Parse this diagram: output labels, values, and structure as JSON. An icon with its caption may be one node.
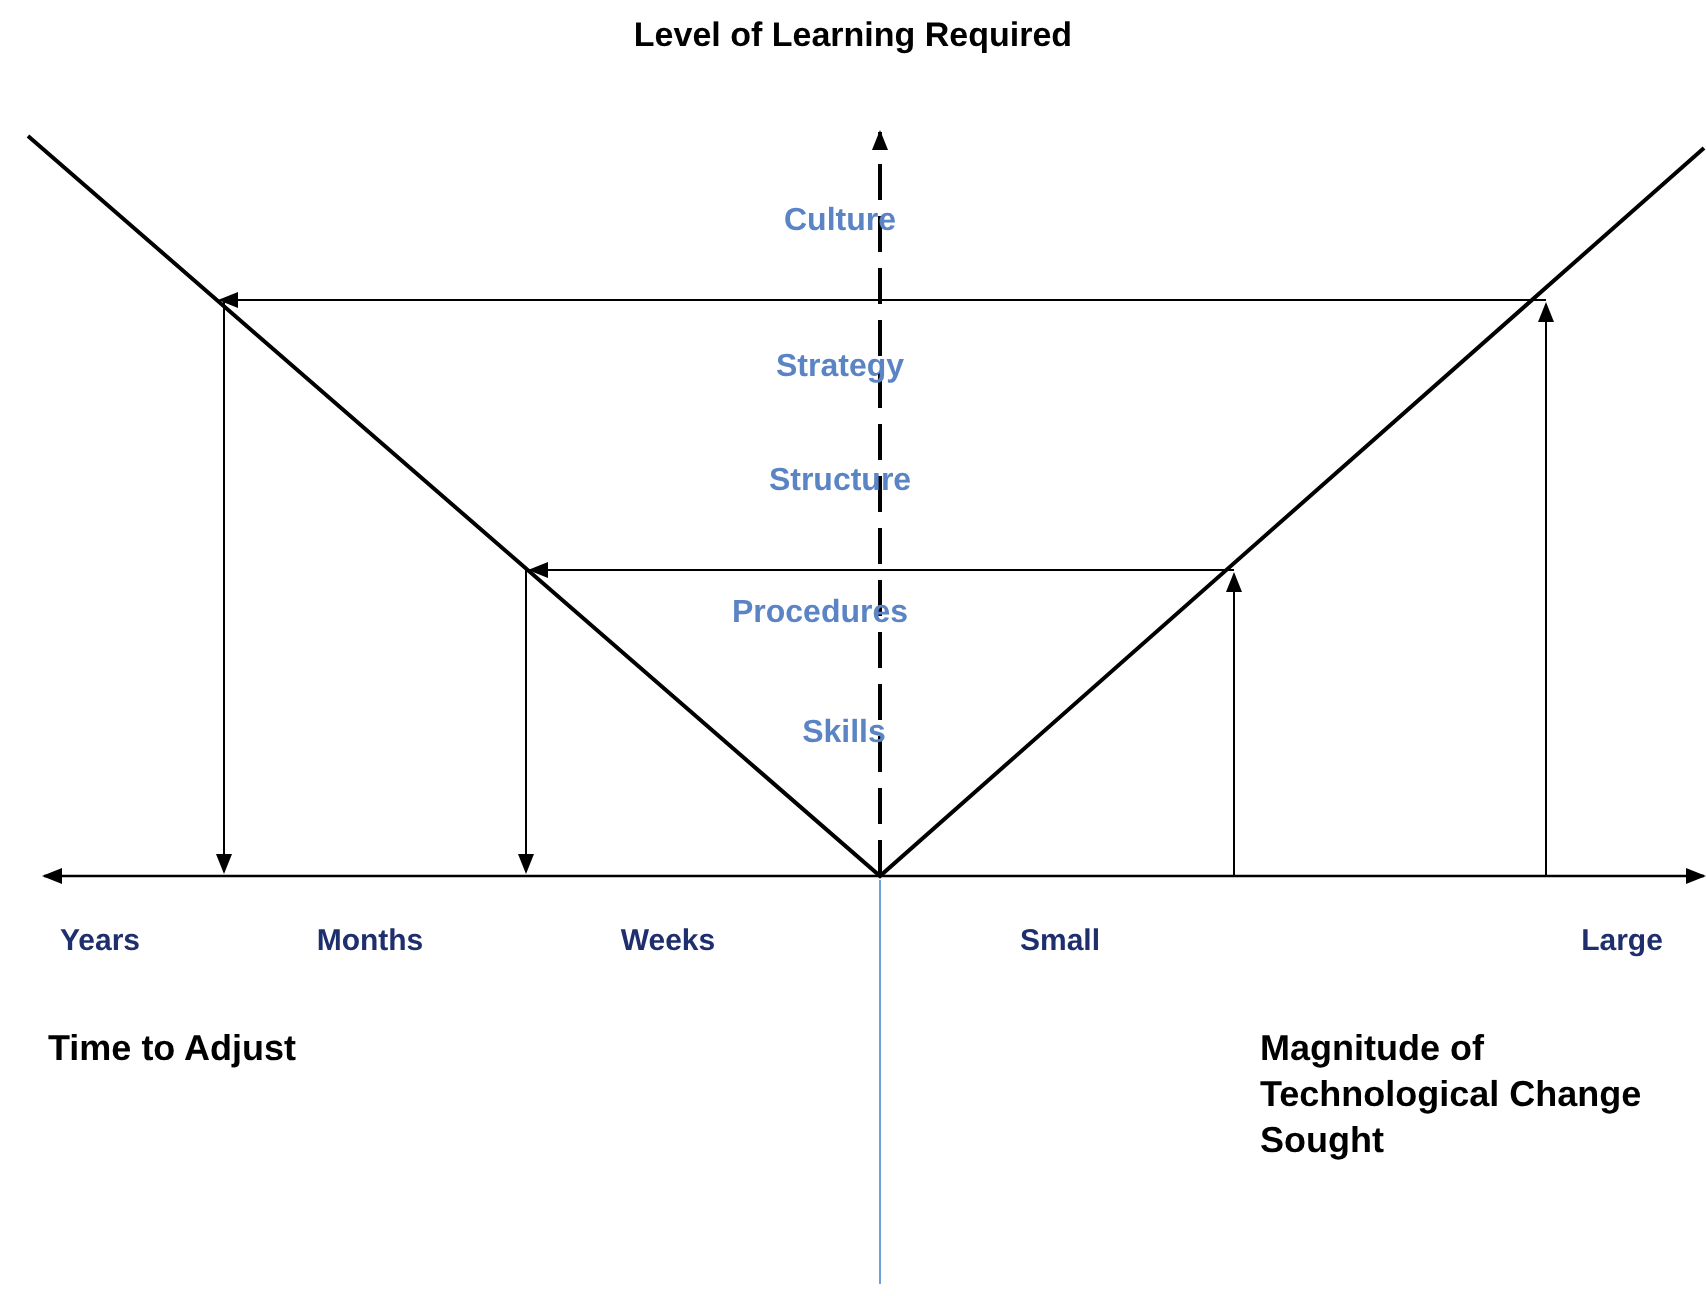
{
  "diagram": {
    "title": "Level of Learning Required",
    "labels": [
      "Culture",
      "Strategy",
      "Structure",
      "Procedures",
      "Skills",
      "Years",
      "Months",
      "Weeks",
      "Small",
      "Large",
      "Time to Adjust",
      "Magnitude of Technological Change Sought"
    ]
  }
}
